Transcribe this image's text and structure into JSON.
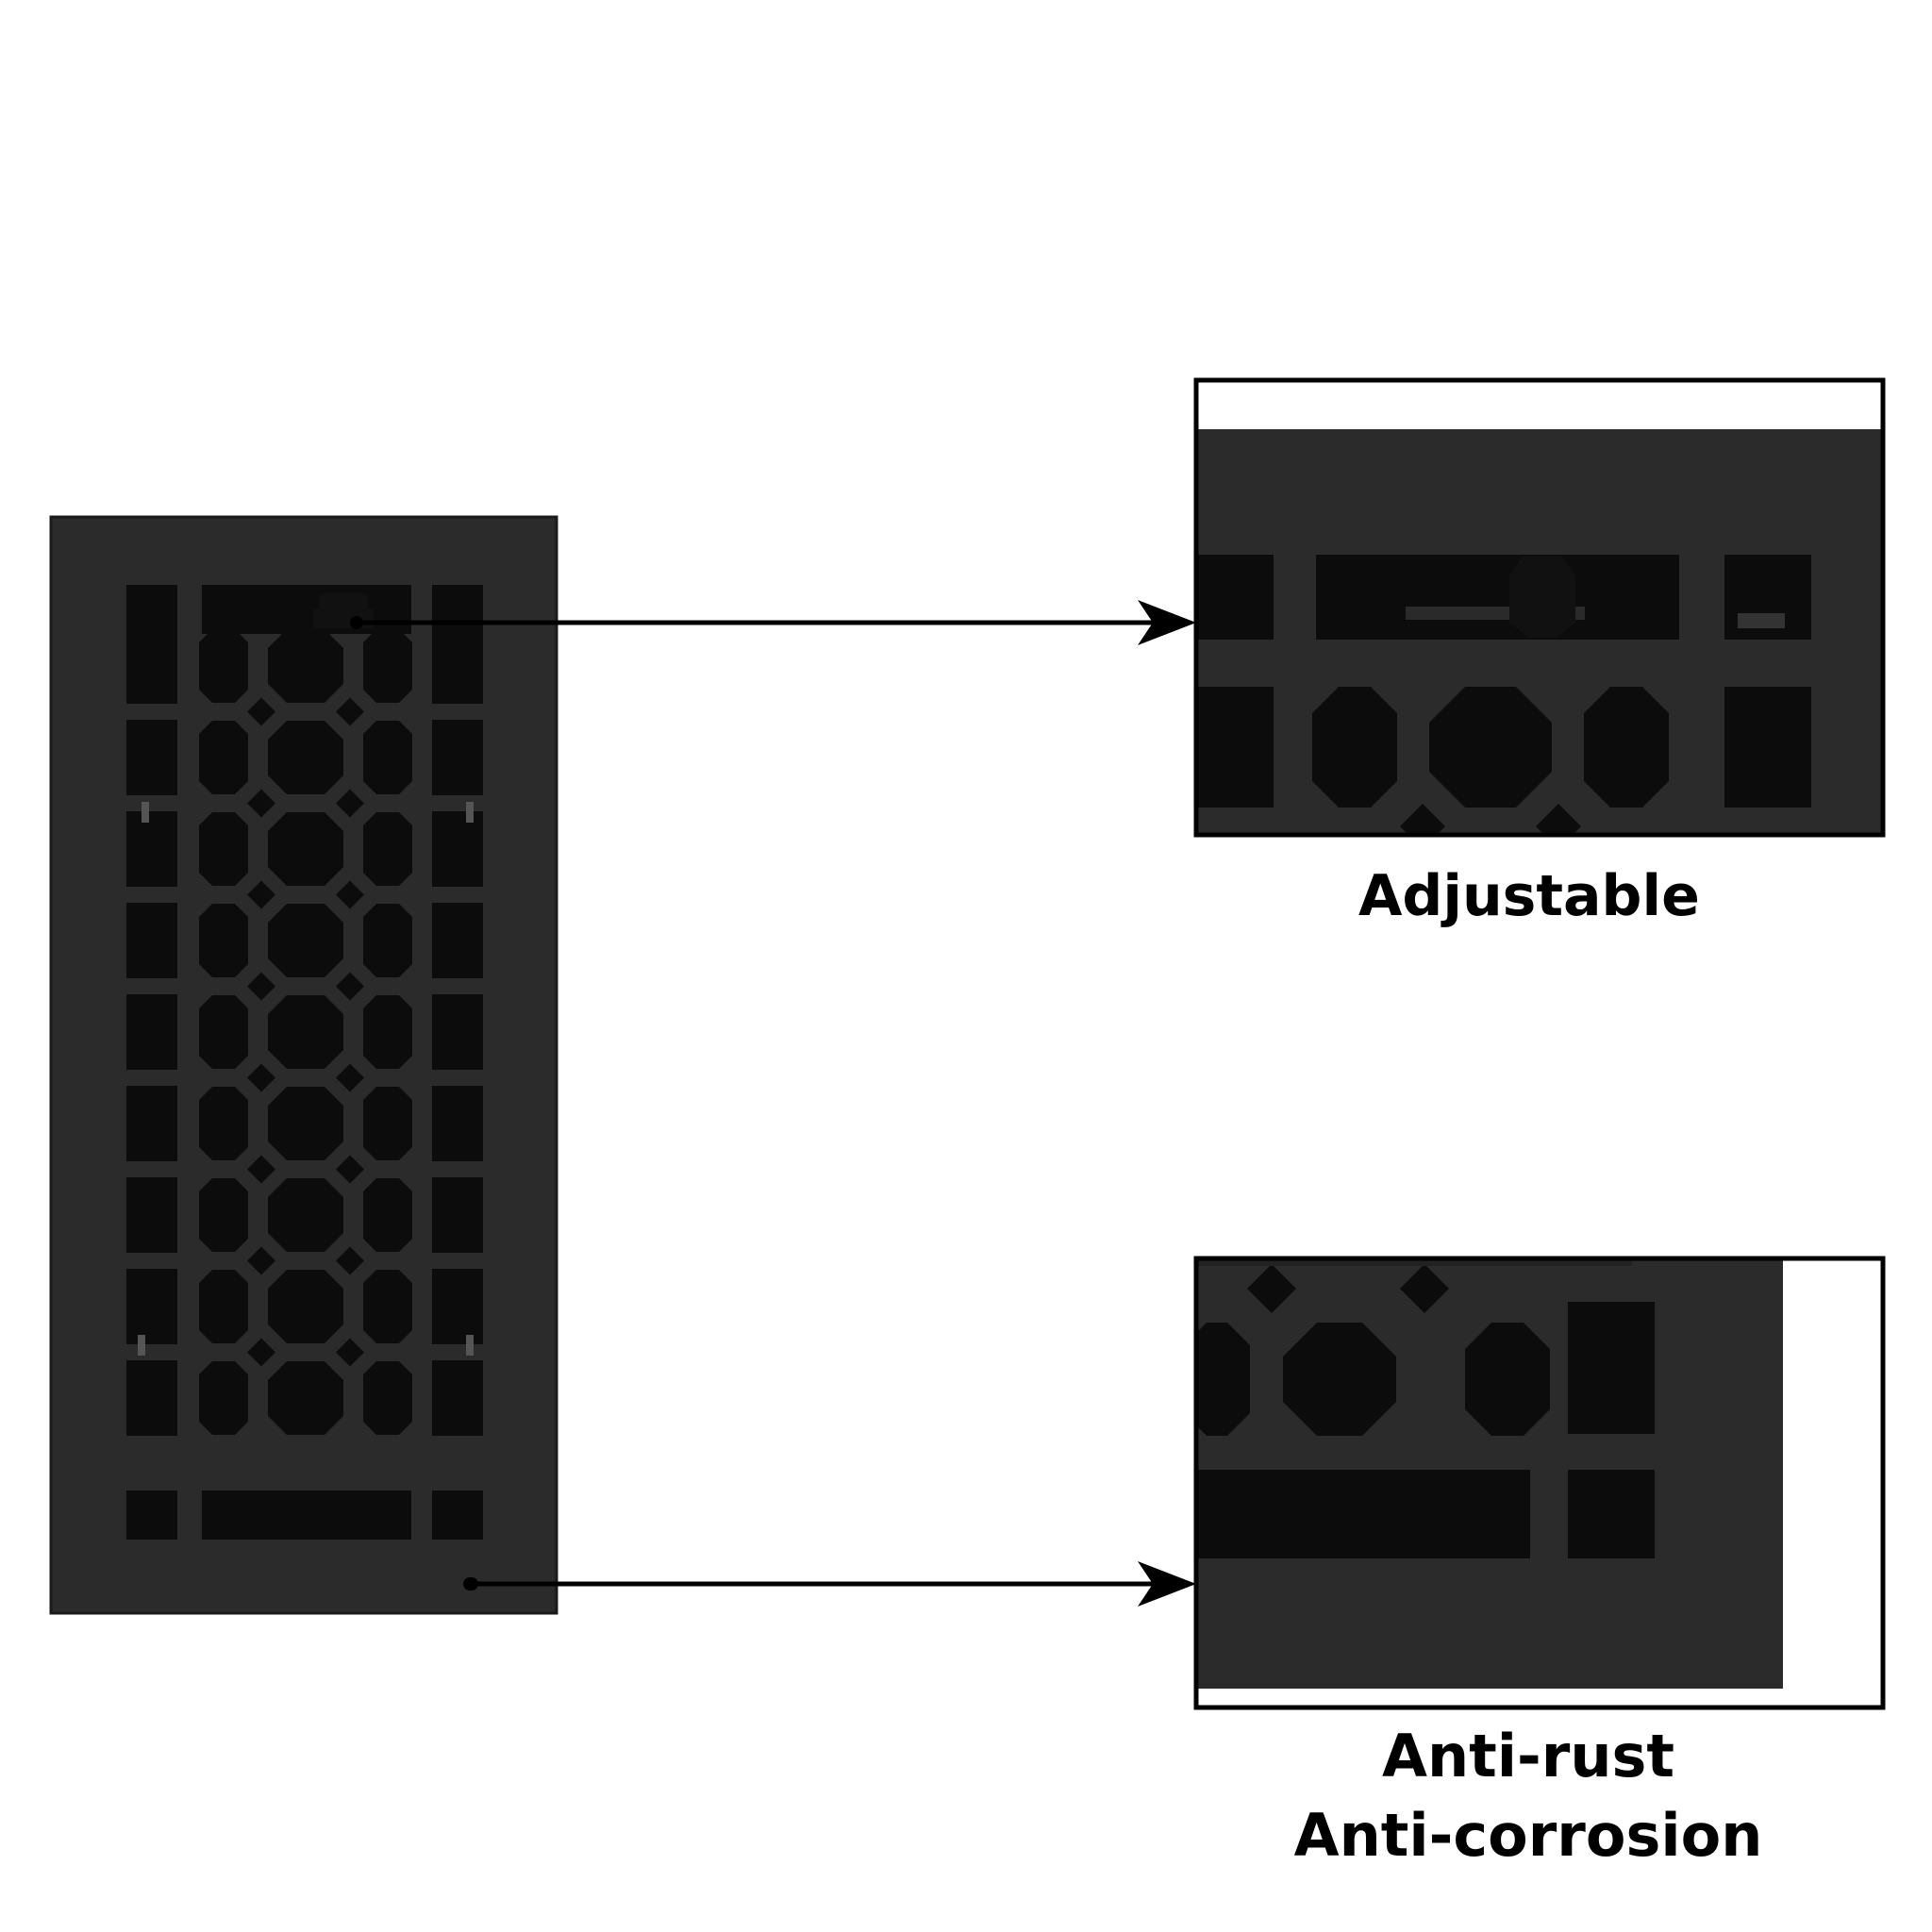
{
  "labels": {
    "adjustable": "Adjustable",
    "anti_rust": "Anti-rust",
    "anti_corrosion": "Anti-corrosion"
  },
  "colors": {
    "background": "#ffffff",
    "vent_body": "#2b2b2b",
    "vent_opening": "#0c0c0c",
    "frame_and_arrows": "#000000"
  },
  "icons": {
    "damper_knob": "damper-knob-icon",
    "arrowhead": "arrowhead-icon"
  }
}
